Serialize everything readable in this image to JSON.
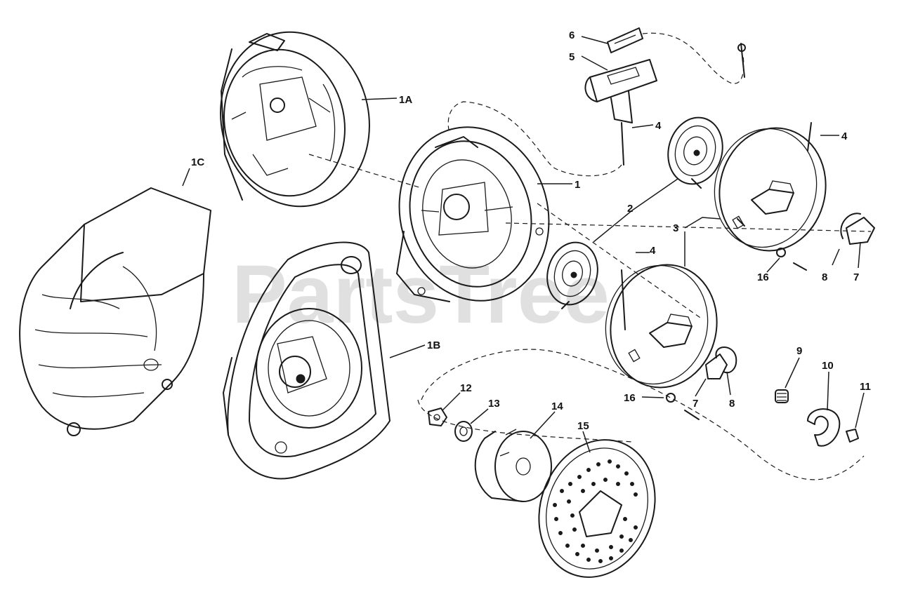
{
  "watermark": "PartsTree",
  "callouts": {
    "c1": "1",
    "c1a": "1A",
    "c1b": "1B",
    "c1c": "1C",
    "c2": "2",
    "c3": "3",
    "c4a": "4",
    "c4b": "4",
    "c4c": "4",
    "c5": "5",
    "c6": "6",
    "c7a": "7",
    "c7b": "7",
    "c8a": "8",
    "c8b": "8",
    "c9": "9",
    "c10": "10",
    "c11": "11",
    "c12": "12",
    "c13": "13",
    "c14": "14",
    "c15": "15",
    "c16a": "16",
    "c16b": "16"
  },
  "colors": {
    "line": "#1a1a1a",
    "watermark": "#c8c8c8",
    "background": "#ffffff"
  }
}
